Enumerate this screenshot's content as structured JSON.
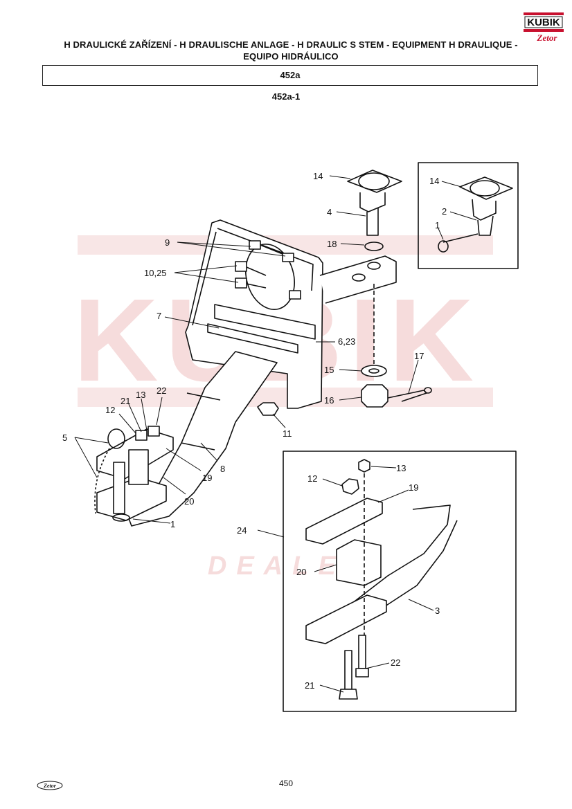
{
  "header": {
    "title_line1": "H  DRAULICKÉ ZAŘÍZENÍ - H  DRAULISCHE ANLAGE - H  DRAULIC S  STEM - EQUIPMENT H  DRAULIQUE -",
    "title_line2": "EQUIPO HIDRÁULICO",
    "section": "452a",
    "subsection": "452a-1"
  },
  "logo": {
    "brand": "KUBIK",
    "sub": "Zetor"
  },
  "watermark": {
    "big": "KUBIK",
    "dealer": "DEALER"
  },
  "callouts": {
    "c14a": "14",
    "c4": "4",
    "c18": "18",
    "c9": "9",
    "c1025": "10,25",
    "c7": "7",
    "c623": "6,23",
    "c15": "15",
    "c16": "16",
    "c17": "17",
    "c11": "11",
    "c5": "5",
    "c12": "12",
    "c21": "21",
    "c13": "13",
    "c22": "22",
    "c8": "8",
    "c19": "19",
    "c20": "20",
    "c1": "1",
    "i14": "14",
    "i2": "2",
    "i1": "1",
    "d13": "13",
    "d12": "12",
    "d19": "19",
    "d24": "24",
    "d20": "20",
    "d3": "3",
    "d22": "22",
    "d21": "21"
  },
  "footer": {
    "page_number": "450",
    "small_logo": "Zetor"
  },
  "colors": {
    "watermark": "#f6dcdc",
    "logo_red": "#c8102e"
  }
}
